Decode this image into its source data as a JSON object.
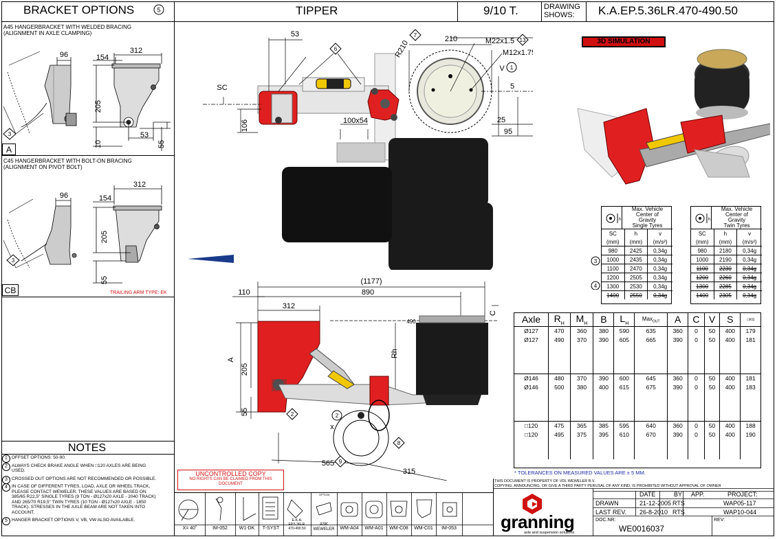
{
  "header": {
    "title": "BRACKET OPTIONS",
    "title_ref": "5",
    "type": "TIPPER",
    "capacity": "9/10 T.",
    "drawing_shows_label": [
      "DRAWING",
      "SHOWS:"
    ],
    "drawing_code": "K.A.EP.5.36LR.470-490.50"
  },
  "bracket_a": {
    "desc_lines": [
      "A45 HANGERBRACKET WITH WELDED BRACING",
      "(ALIGNMENT IN AXLE CLAMPING)"
    ],
    "tag": "A",
    "dims": {
      "d312": "312",
      "d96": "96",
      "d154": "154",
      "d205": "205",
      "d10": "10",
      "d53": "53",
      "d55": "55",
      "ref": "3"
    }
  },
  "bracket_cb": {
    "desc_lines": [
      "C45 HANGERBRACKET WITH BOLT-ON BRACING",
      "(ALIGNMENT ON PIVOT BOLT)"
    ],
    "tag": "CB",
    "trailing_arm": "TRAILING ARM TYPE: EK",
    "dims": {
      "d312": "312",
      "d96": "96",
      "d154": "154",
      "d205": "205",
      "d55": "55",
      "ref": "3"
    }
  },
  "top_view": {
    "d53": "53",
    "sc": "SC",
    "d106": "106",
    "d100x54": "100x54",
    "ref6": "6",
    "ref7": "7",
    "r210": "R210",
    "d210": "210",
    "m22": "M22x1.5",
    "ref13": "13",
    "m12": "M12x1.75",
    "v": "V",
    "ref1": "1",
    "d5": "5",
    "d25": "25",
    "d95": "95"
  },
  "side_view": {
    "d1177": "(1177)",
    "d110": "110",
    "d890": "890",
    "d312": "312",
    "c": "C",
    "d490": "490",
    "a": "A",
    "d205": "205",
    "d55": "55",
    "rh": "Rh",
    "ref2a": "2",
    "ref2b": "2",
    "x": "x",
    "ref8": "8",
    "ref9": "9",
    "d565": "565",
    "d315": "315"
  },
  "sim_badge": "3D SIMULATION",
  "gravity_single": {
    "title_lines": [
      "Max. Vehicle",
      "Center of",
      "Gravity",
      "Single Tyres"
    ],
    "cols": [
      "SC",
      "h",
      "v"
    ],
    "units": [
      "(mm)",
      "(mm)",
      "(m/s²)"
    ],
    "rows": [
      [
        "980",
        "2425",
        "0,34g"
      ],
      [
        "1000",
        "2435",
        "0,34g"
      ],
      [
        "1100",
        "2470",
        "0,34g"
      ],
      [
        "1200",
        "2505",
        "0,34g"
      ],
      [
        "1300",
        "2530",
        "0,34g"
      ],
      [
        "1400",
        "2550",
        "0,34g"
      ]
    ],
    "ref3": "3",
    "ref4": "4"
  },
  "gravity_twin": {
    "title_lines": [
      "Max. Vehicle",
      "Center of",
      "Gravity",
      "Twin Tyres"
    ],
    "cols": [
      "SC",
      "h",
      "v"
    ],
    "units": [
      "(mm)",
      "(mm)",
      "(m/s²)"
    ],
    "rows": [
      [
        "980",
        "2180",
        "0,34g"
      ],
      [
        "1000",
        "2190",
        "0,34g"
      ],
      [
        "1100",
        "2230",
        "0,34g"
      ],
      [
        "1200",
        "2260",
        "0,34g"
      ],
      [
        "1300",
        "2285",
        "0,34g"
      ],
      [
        "1400",
        "2305",
        "0,34g"
      ]
    ]
  },
  "axle_table": {
    "headers": [
      "Axle",
      "R",
      "M",
      "B",
      "L",
      "Max",
      "A",
      "C",
      "V",
      "S",
      "KG"
    ],
    "header_subs": [
      "",
      "H",
      "H",
      "",
      "H",
      "OUT",
      "",
      "",
      "",
      "",
      ""
    ],
    "rows": [
      [
        "Ø127",
        "470",
        "360",
        "380",
        "590",
        "635",
        "360",
        "0",
        "50",
        "400",
        "179"
      ],
      [
        "Ø127",
        "490",
        "370",
        "390",
        "605",
        "665",
        "390",
        "0",
        "50",
        "400",
        "181"
      ],
      [
        "Ø146",
        "480",
        "370",
        "390",
        "600",
        "645",
        "360",
        "0",
        "50",
        "400",
        "181"
      ],
      [
        "Ø146",
        "500",
        "380",
        "400",
        "615",
        "675",
        "390",
        "0",
        "50",
        "400",
        "183"
      ],
      [
        "□120",
        "475",
        "365",
        "385",
        "595",
        "640",
        "360",
        "0",
        "50",
        "400",
        "188"
      ],
      [
        "□120",
        "495",
        "375",
        "395",
        "610",
        "670",
        "390",
        "0",
        "50",
        "400",
        "190"
      ]
    ],
    "tolerance": "* TOLERANCES ON MEASURED VALUES ARE ± 5 MM."
  },
  "notes": {
    "title": "NOTES",
    "items": [
      {
        "n": "1",
        "lines": [
          "OFFSET OPTIONS: 50-90."
        ]
      },
      {
        "n": "2",
        "lines": [
          "ALWAYS CHECK BRAKE ANGLE WHEN □120 AXLES ARE BEING",
          "USED."
        ]
      },
      {
        "n": "3",
        "lines": [
          "CROSSED OUT OPTIONS ARE NOT RECOMMENDED OR POSSIBLE."
        ]
      },
      {
        "n": "4",
        "lines": [
          "IN CASE OF DIFFERENT TYRES, LOAD, AXLE OR WHEEL TRACK,",
          "PLEASE CONTACT WEWELER. THESE VALUES ARE BASED ON",
          "385/65 R22,5\" SINGLE TYRES (9 TON - Ø127x20 AXLE - 2040 TRACK)",
          "AND 265/70 R19,5\" TWIN TYRES (10 TON - Ø127x20 AXLE - 1850",
          "TRACK). STRESSES IN THE AXLE BEAM ARE NOT TAKEN INTO",
          "ACCOUNT."
        ]
      },
      {
        "n": "5",
        "lines": [
          "HANGER BRACKET OPTIONS V, VB, VW ALSO AVAILABLE."
        ]
      }
    ]
  },
  "uncontrolled": {
    "title": "UNCONTROLLED COPY",
    "lines": [
      "NO RIGHTS CAN BE CLAIMED FROM THIS",
      "DOCUMENT"
    ]
  },
  "icons": {
    "labels": [
      "X= 40˚",
      "IM-052",
      "W1-DK",
      "T-SYST",
      "E-K.A.\nEP.5.36LR.\n470-490.50",
      "ASK\nWEWELER",
      "WM-A04",
      "WM-A01",
      "WM-C08",
      "WM-C01",
      "IM-053"
    ],
    "option_label": "OPTION"
  },
  "title_block": {
    "property": "THIS DOCUMENT IS PROPERTY OF VDL WEWELER B.V.",
    "copy": "COPYING, ANNOUNCING, OR GIVE A THIRD PARTY PERUSAL OF ANY KIND, IS PROHIBITED WITHOUT APPROVAL OF OWNER",
    "date_h": "DATE",
    "by_h": "BY",
    "app_h": "APP.",
    "project_h": "PROJECT:",
    "drawn_l": "DRAWN",
    "drawn_date": "21-12-2005",
    "drawn_by": "RTS",
    "drawn_project": "WAP05-117",
    "last_l": "LAST REV.",
    "last_date": "26-8-2010",
    "last_by": "RTS",
    "last_project": "WAP10-044",
    "docnr_l": "DOC.NR:",
    "docnr": "WE0016037",
    "rev_l": "REV:",
    "brand": "granning",
    "brand_sub": "axle and suspension solutions"
  }
}
